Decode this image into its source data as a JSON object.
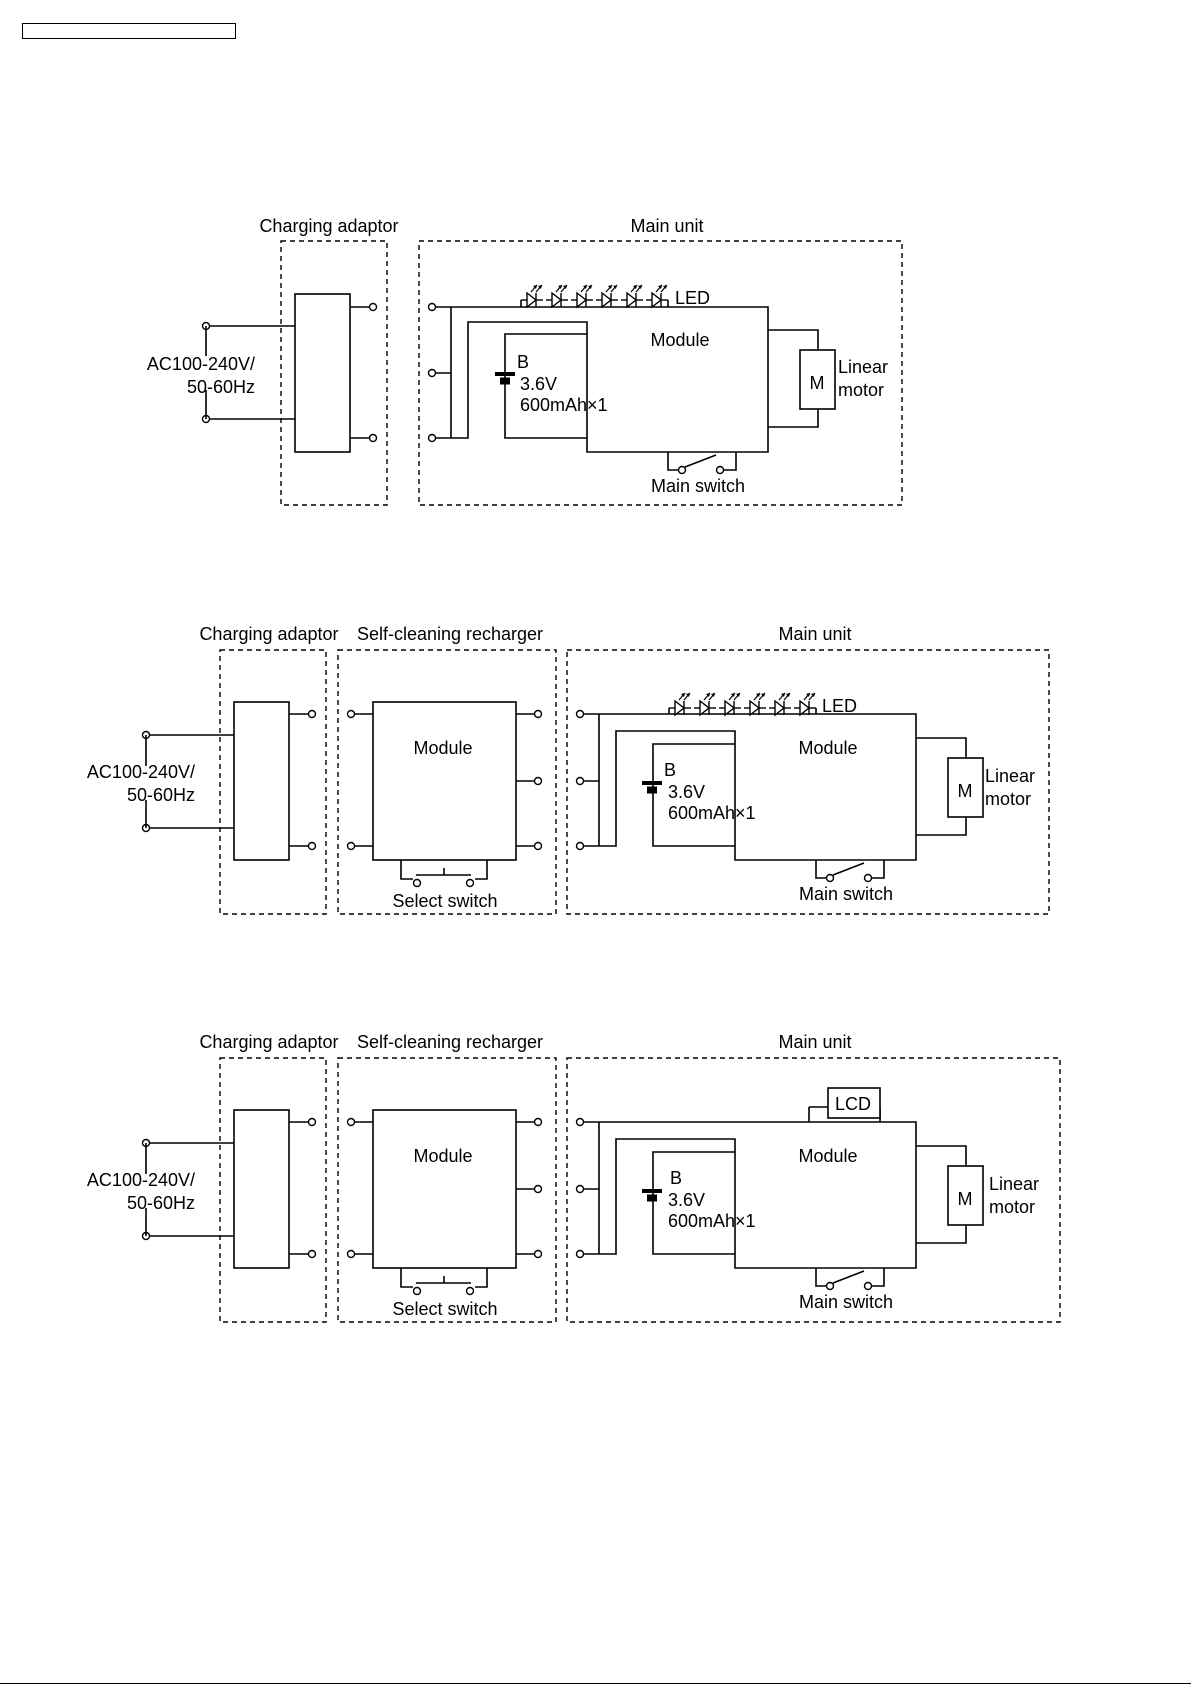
{
  "header_box": "",
  "diagram1": {
    "charging_adaptor": "Charging adaptor",
    "main_unit": "Main unit",
    "ac_line1": "AC100-240V/",
    "ac_line2": "50-60Hz",
    "led": "LED",
    "module": "Module",
    "battery_letter": "B",
    "battery_voltage": "3.6V",
    "battery_capacity": "600mAh×1",
    "motor_symbol": "M",
    "motor_line1": "Linear",
    "motor_line2": "motor",
    "main_switch": "Main switch"
  },
  "diagram2": {
    "charging_adaptor": "Charging adaptor",
    "recharger": "Self-cleaning recharger",
    "main_unit": "Main unit",
    "ac_line1": "AC100-240V/",
    "ac_line2": "50-60Hz",
    "recharger_module": "Module",
    "select_switch": "Select switch",
    "led": "LED",
    "module": "Module",
    "battery_letter": "B",
    "battery_voltage": "3.6V",
    "battery_capacity": "600mAh×1",
    "motor_symbol": "M",
    "motor_line1": "Linear",
    "motor_line2": "motor",
    "main_switch": "Main switch"
  },
  "diagram3": {
    "charging_adaptor": "Charging adaptor",
    "recharger": "Self-cleaning recharger",
    "main_unit": "Main unit",
    "ac_line1": "AC100-240V/",
    "ac_line2": "50-60Hz",
    "recharger_module": "Module",
    "select_switch": "Select switch",
    "lcd": "LCD",
    "module": "Module",
    "battery_letter": "B",
    "battery_voltage": "3.6V",
    "battery_capacity": "600mAh×1",
    "motor_symbol": "M",
    "motor_line1": "Linear",
    "motor_line2": "motor",
    "main_switch": "Main switch"
  }
}
